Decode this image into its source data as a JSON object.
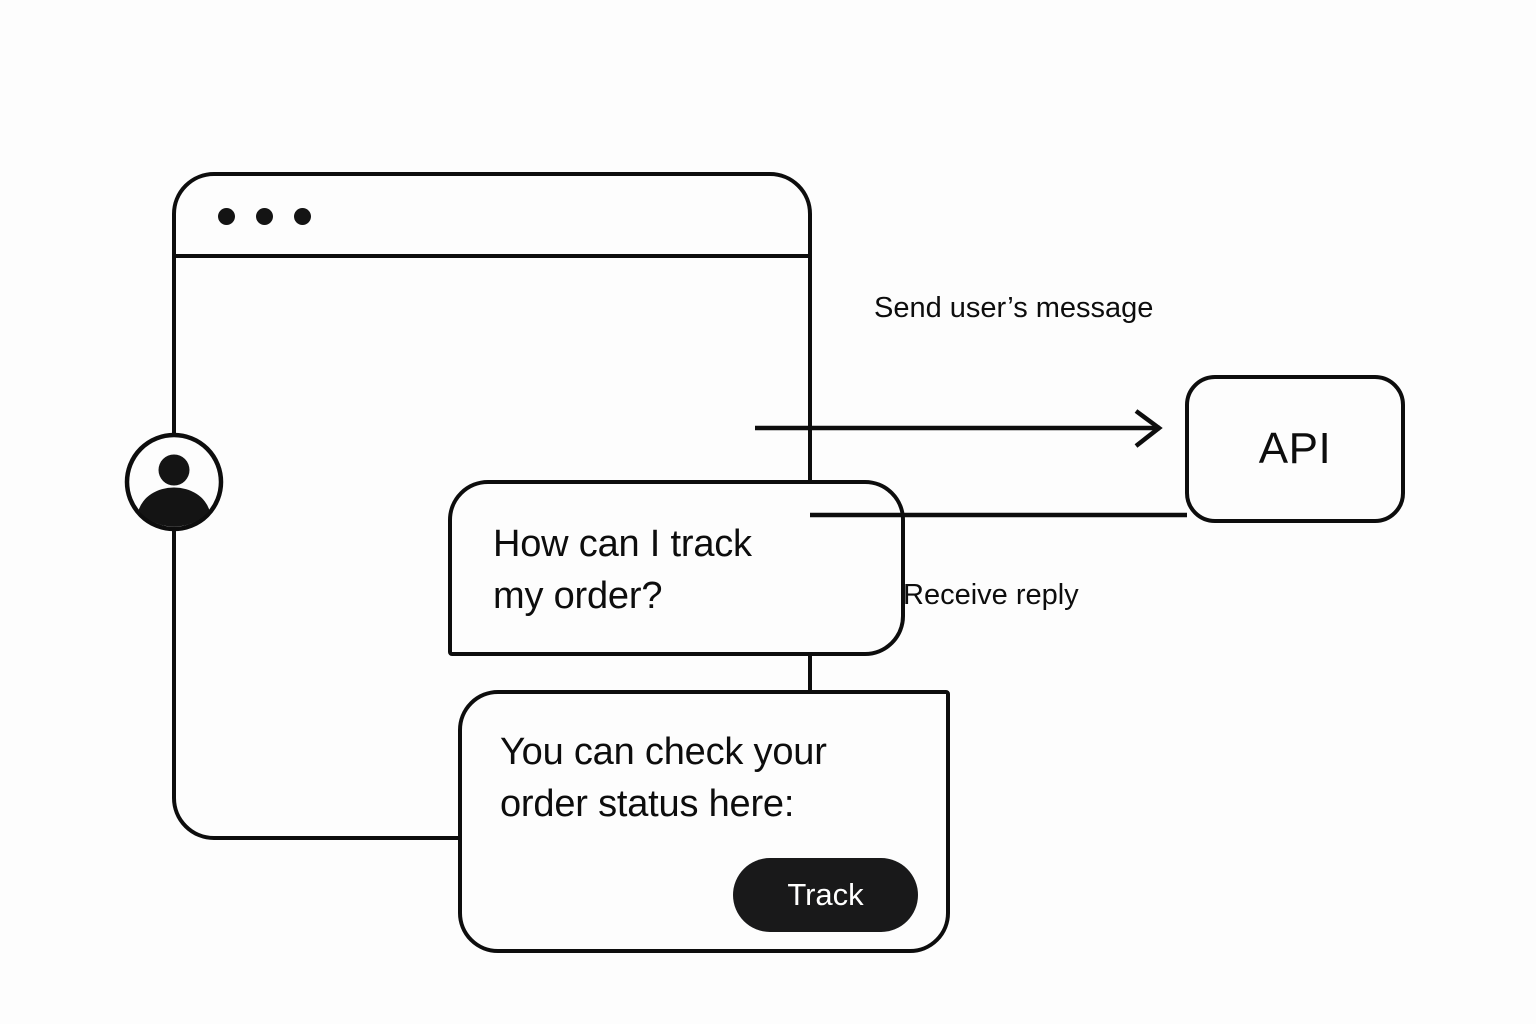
{
  "canvas": {
    "background": "#fdfdfd",
    "stroke_color": "#0d0d0d"
  },
  "chat_window": {
    "titlebar": {
      "dots": [
        {
          "name": "window-dot-1",
          "color": "#141414"
        },
        {
          "name": "window-dot-2",
          "color": "#141414"
        },
        {
          "name": "window-dot-3",
          "color": "#141414"
        }
      ]
    },
    "avatar": {
      "icon": "user-avatar-icon",
      "fill": "#141414"
    },
    "messages": [
      {
        "role": "user",
        "text": "How can I track\nmy order?"
      },
      {
        "role": "assistant",
        "text": "You can check your\norder status here:",
        "action_button": {
          "label": "Track",
          "background": "#19191a",
          "text_color": "#ffffff"
        }
      }
    ]
  },
  "flow": {
    "send": {
      "label": "Send user’s message",
      "direction": "to-api",
      "arrowhead": "open-v-right"
    },
    "receive": {
      "label": "Receive reply",
      "direction": "from-api",
      "arrowhead": "none"
    }
  },
  "api_node": {
    "label": "API"
  }
}
